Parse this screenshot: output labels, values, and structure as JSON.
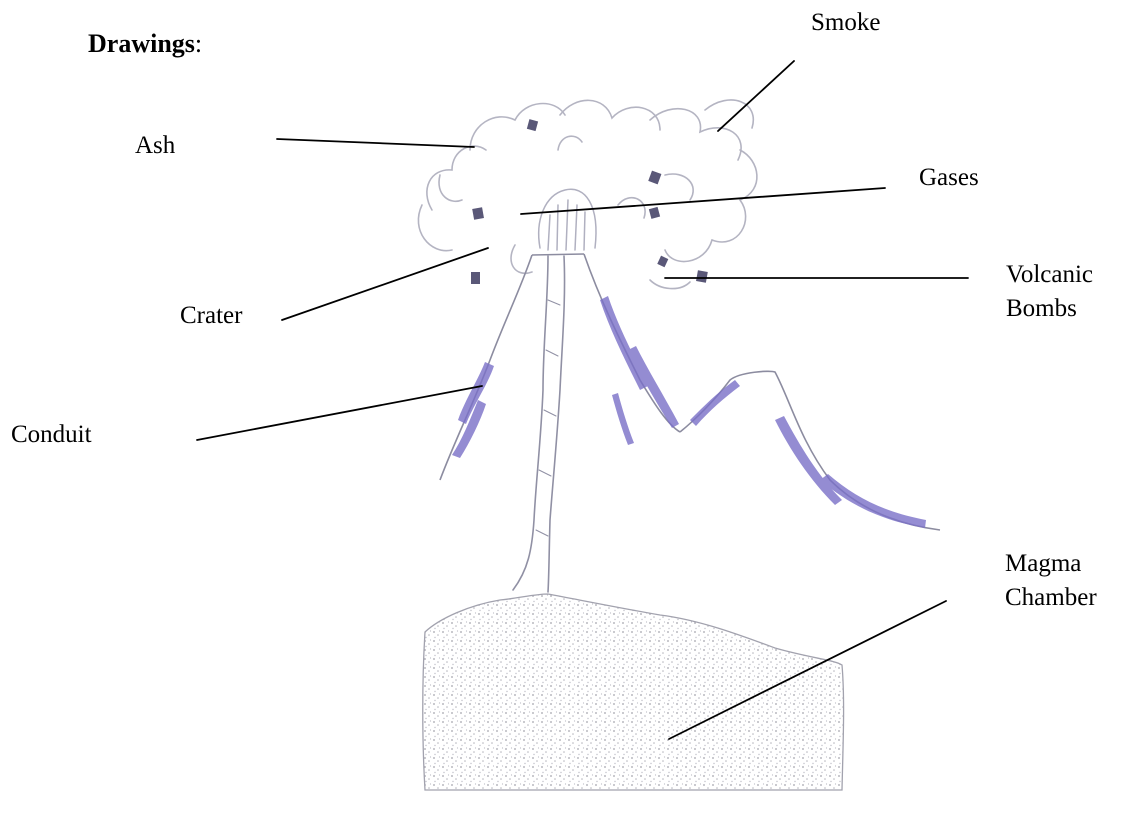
{
  "heading": {
    "bold_text": "Drawings",
    "suffix": ":"
  },
  "labels": {
    "smoke": "Smoke",
    "ash": "Ash",
    "gases": "Gases",
    "crater": "Crater",
    "volcanic_bombs_line1": "Volcanic",
    "volcanic_bombs_line2": "Bombs",
    "conduit": "Conduit",
    "magma_chamber_line1": "Magma",
    "magma_chamber_line2": "Chamber"
  },
  "colors": {
    "sketch_gray": "#9a9aa8",
    "sketch_purple": "#7a70c8",
    "bomb": "#5a5878",
    "leader_line": "#000000"
  }
}
